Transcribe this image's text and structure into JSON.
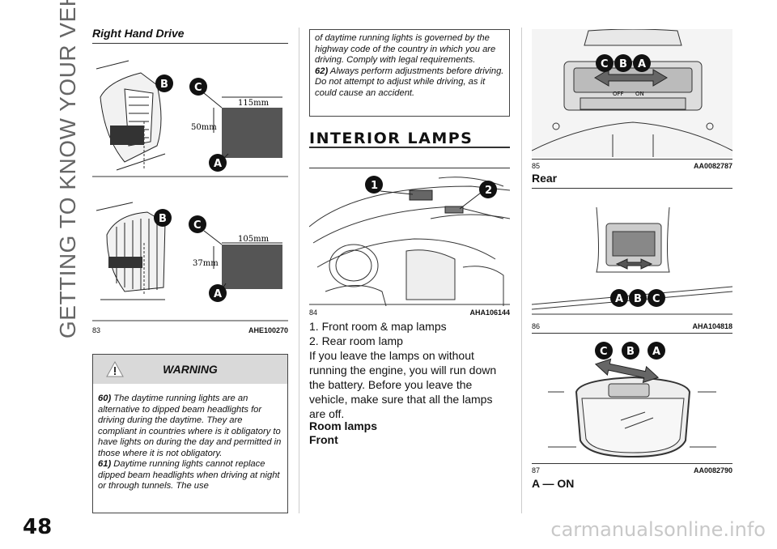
{
  "sidebar": {
    "title": "GETTING TO KNOW YOUR VEHICLE"
  },
  "page": {
    "number": "48",
    "watermark": "carmanualsonline.info"
  },
  "col1": {
    "heading": "Right Hand Drive",
    "fig83": {
      "label_B": "B",
      "label_C": "C",
      "label_A": "A",
      "dim_top": "115mm",
      "dim_side": "50mm",
      "dim_top2": "105mm",
      "dim_side2": "37mm",
      "number": "83",
      "code": "AHE100270"
    },
    "warning": {
      "title": "WARNING",
      "n60": "60)",
      "t60": "The daytime running lights are an alternative to dipped beam headlights for driving during the daytime. They are compliant in countries where is it obligatory to have lights on during the day and permitted in those where it is not obligatory.",
      "n61": "61)",
      "t61": "Daytime running lights cannot replace dipped beam headlights when driving at night or through tunnels. The use"
    }
  },
  "col2": {
    "box_text": "of daytime running lights is governed by the highway code of the country in which you are driving. Comply with legal requirements.",
    "n62": "62)",
    "t62": "Always perform adjustments before driving. Do not attempt to adjust while driving, as it could cause an accident.",
    "section_title": "INTERIOR LAMPS",
    "fig84": {
      "number": "84",
      "code": "AHA106144",
      "label1": "1",
      "label2": "2"
    },
    "item1": "1. Front room & map lamps",
    "item2": "2. Rear room lamp",
    "para": "If you leave the lamps on without running the engine, you will run down the battery. Before you leave the vehicle, make sure that all the lamps are off.",
    "room_lamps": "Room lamps",
    "front": "Front"
  },
  "col3": {
    "fig85": {
      "number": "85",
      "code": "AA0082787",
      "c": "C",
      "b": "B",
      "a": "A",
      "off": "OFF",
      "on": "ON"
    },
    "rear": "Rear",
    "fig86": {
      "number": "86",
      "code": "AHA104818",
      "a": "A",
      "b": "B",
      "c": "C"
    },
    "fig87": {
      "number": "87",
      "code": "AA0082790",
      "c": "C",
      "b": "B",
      "a": "A"
    },
    "a_on": "A — ON"
  }
}
